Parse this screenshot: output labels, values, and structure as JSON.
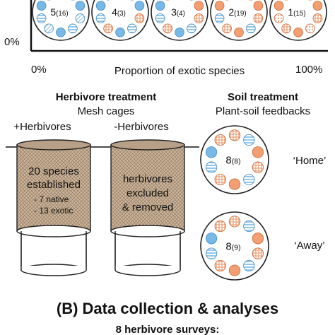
{
  "colors": {
    "native": "#7ab8e6",
    "exotic": "#f0a074",
    "mesh": "#c8b39a",
    "outline": "#1a1a1a"
  },
  "composition": {
    "y_axis_label": "0%",
    "x_axis_left": "0%",
    "x_axis_right": "100%",
    "x_axis_title": "Proportion of exotic species",
    "pots": [
      {
        "main": "5",
        "sub": "(16)",
        "exotic_fraction": 0.0
      },
      {
        "main": "4",
        "sub": "(3)",
        "exotic_fraction": 0.25
      },
      {
        "main": "3",
        "sub": "(4)",
        "exotic_fraction": 0.5
      },
      {
        "main": "2",
        "sub": "(19)",
        "exotic_fraction": 0.75
      },
      {
        "main": "1",
        "sub": "(15)",
        "exotic_fraction": 1.0
      }
    ]
  },
  "herbivore": {
    "title": "Herbivore treatment",
    "subtitle": "Mesh cages",
    "plus_label": "+Herbivores",
    "minus_label": "-Herbivores",
    "plus_text": [
      "20 species",
      "established"
    ],
    "plus_bullets": [
      "- 7 native",
      "- 13 exotic"
    ],
    "minus_text": [
      "herbivores",
      "excluded",
      "& removed"
    ]
  },
  "soil": {
    "title": "Soil treatment",
    "subtitle": "Plant-soil feedbacks",
    "home": {
      "main": "8",
      "sub": "(8)",
      "label": "‘Home’"
    },
    "away": {
      "main": "8",
      "sub": "(9)",
      "label": "‘Away’"
    }
  },
  "section_b": {
    "title": "(B) Data collection & analyses",
    "line1": "8 herbivore surveys:"
  }
}
